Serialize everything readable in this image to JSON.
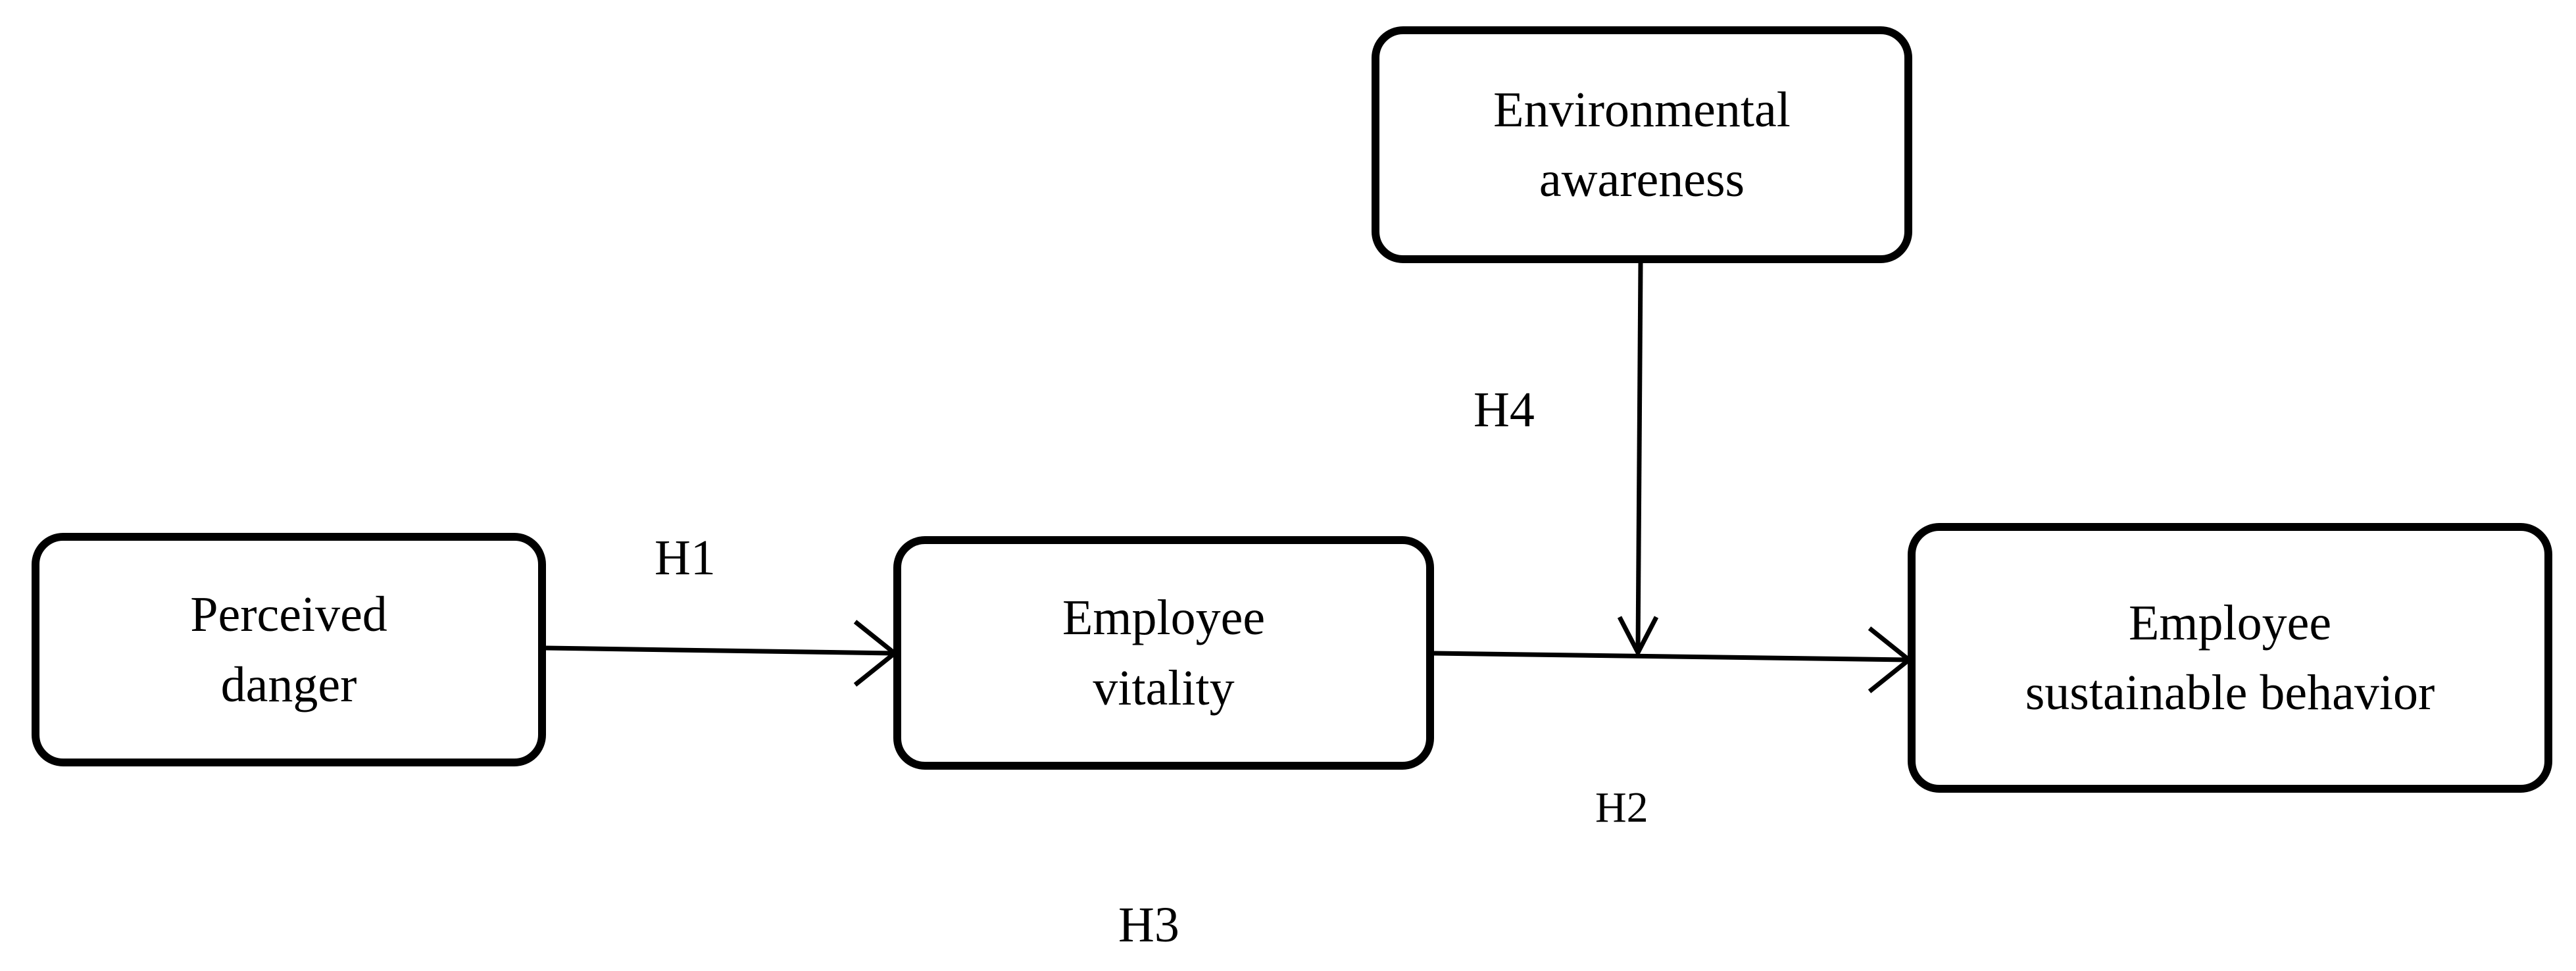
{
  "nodes": {
    "perceived_danger": {
      "line1": "Perceived",
      "line2": "danger"
    },
    "employee_vitality": {
      "line1": "Employee",
      "line2": "vitality"
    },
    "environmental_awareness": {
      "line1": "Environmental",
      "line2": "awareness"
    },
    "employee_sustainable_behavior": {
      "line1": "Employee",
      "line2": "sustainable behavior"
    }
  },
  "hypotheses": {
    "h1": "H1",
    "h2": "H2",
    "h3": "H3",
    "h4": "H4"
  },
  "colors": {
    "stroke": "#000000",
    "background": "#ffffff"
  }
}
